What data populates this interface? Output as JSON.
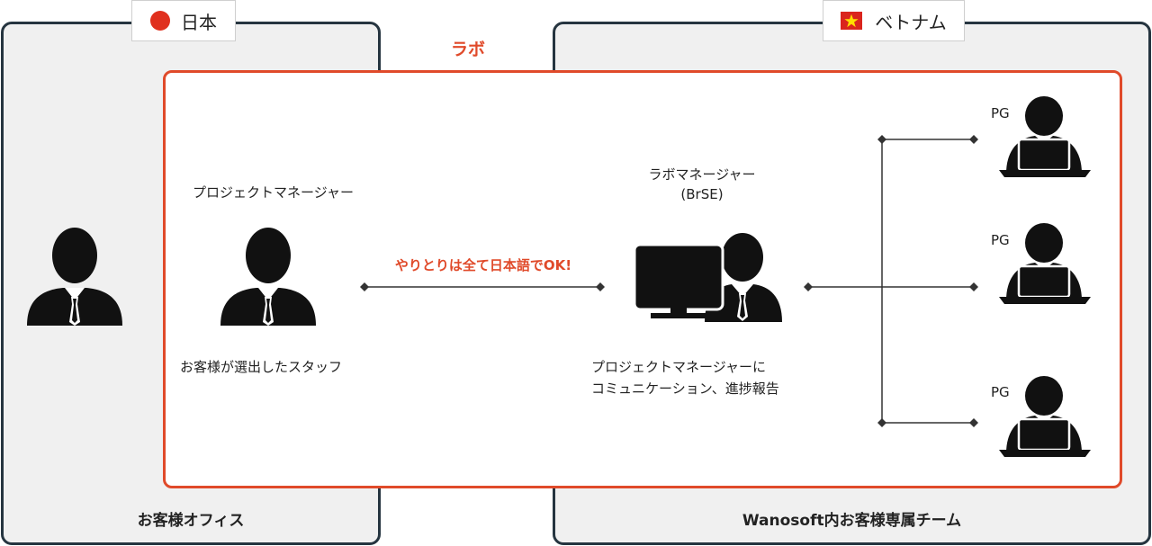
{
  "regions": {
    "japan": {
      "tag": "日本",
      "label": "お客様オフィス"
    },
    "vietnam": {
      "tag": "ベトナム",
      "label": "Wanosoft内お客様専属チーム"
    }
  },
  "lab": {
    "label": "ラボ"
  },
  "project_manager": {
    "title": "プロジェクトマネージャー",
    "caption": "お客様が選出したスタッフ"
  },
  "communication": {
    "label": "やりとりは全て日本語でOK!"
  },
  "lab_manager": {
    "title_line1": "ラボマネージャー",
    "title_line2": "(BrSE)",
    "caption_line1": "プロジェクトマネージャーに",
    "caption_line2": "コミュニケーション、進捗報告"
  },
  "programmers": [
    {
      "label": "PG"
    },
    {
      "label": "PG"
    },
    {
      "label": "PG"
    }
  ],
  "colors": {
    "accent": "#e04a2a",
    "border": "#263540",
    "region_bg": "#f0f0f0",
    "icon": "#111111",
    "japan_flag": "#e0301e",
    "vietnam_flag": "#da251d"
  },
  "icons": {
    "japan_flag": "japan-flag-icon",
    "vietnam_flag": "vietnam-flag-icon",
    "client": "businessman-icon",
    "project_manager": "businessman-icon",
    "lab_manager": "person-at-computer-icon",
    "programmer": "person-at-laptop-icon"
  }
}
